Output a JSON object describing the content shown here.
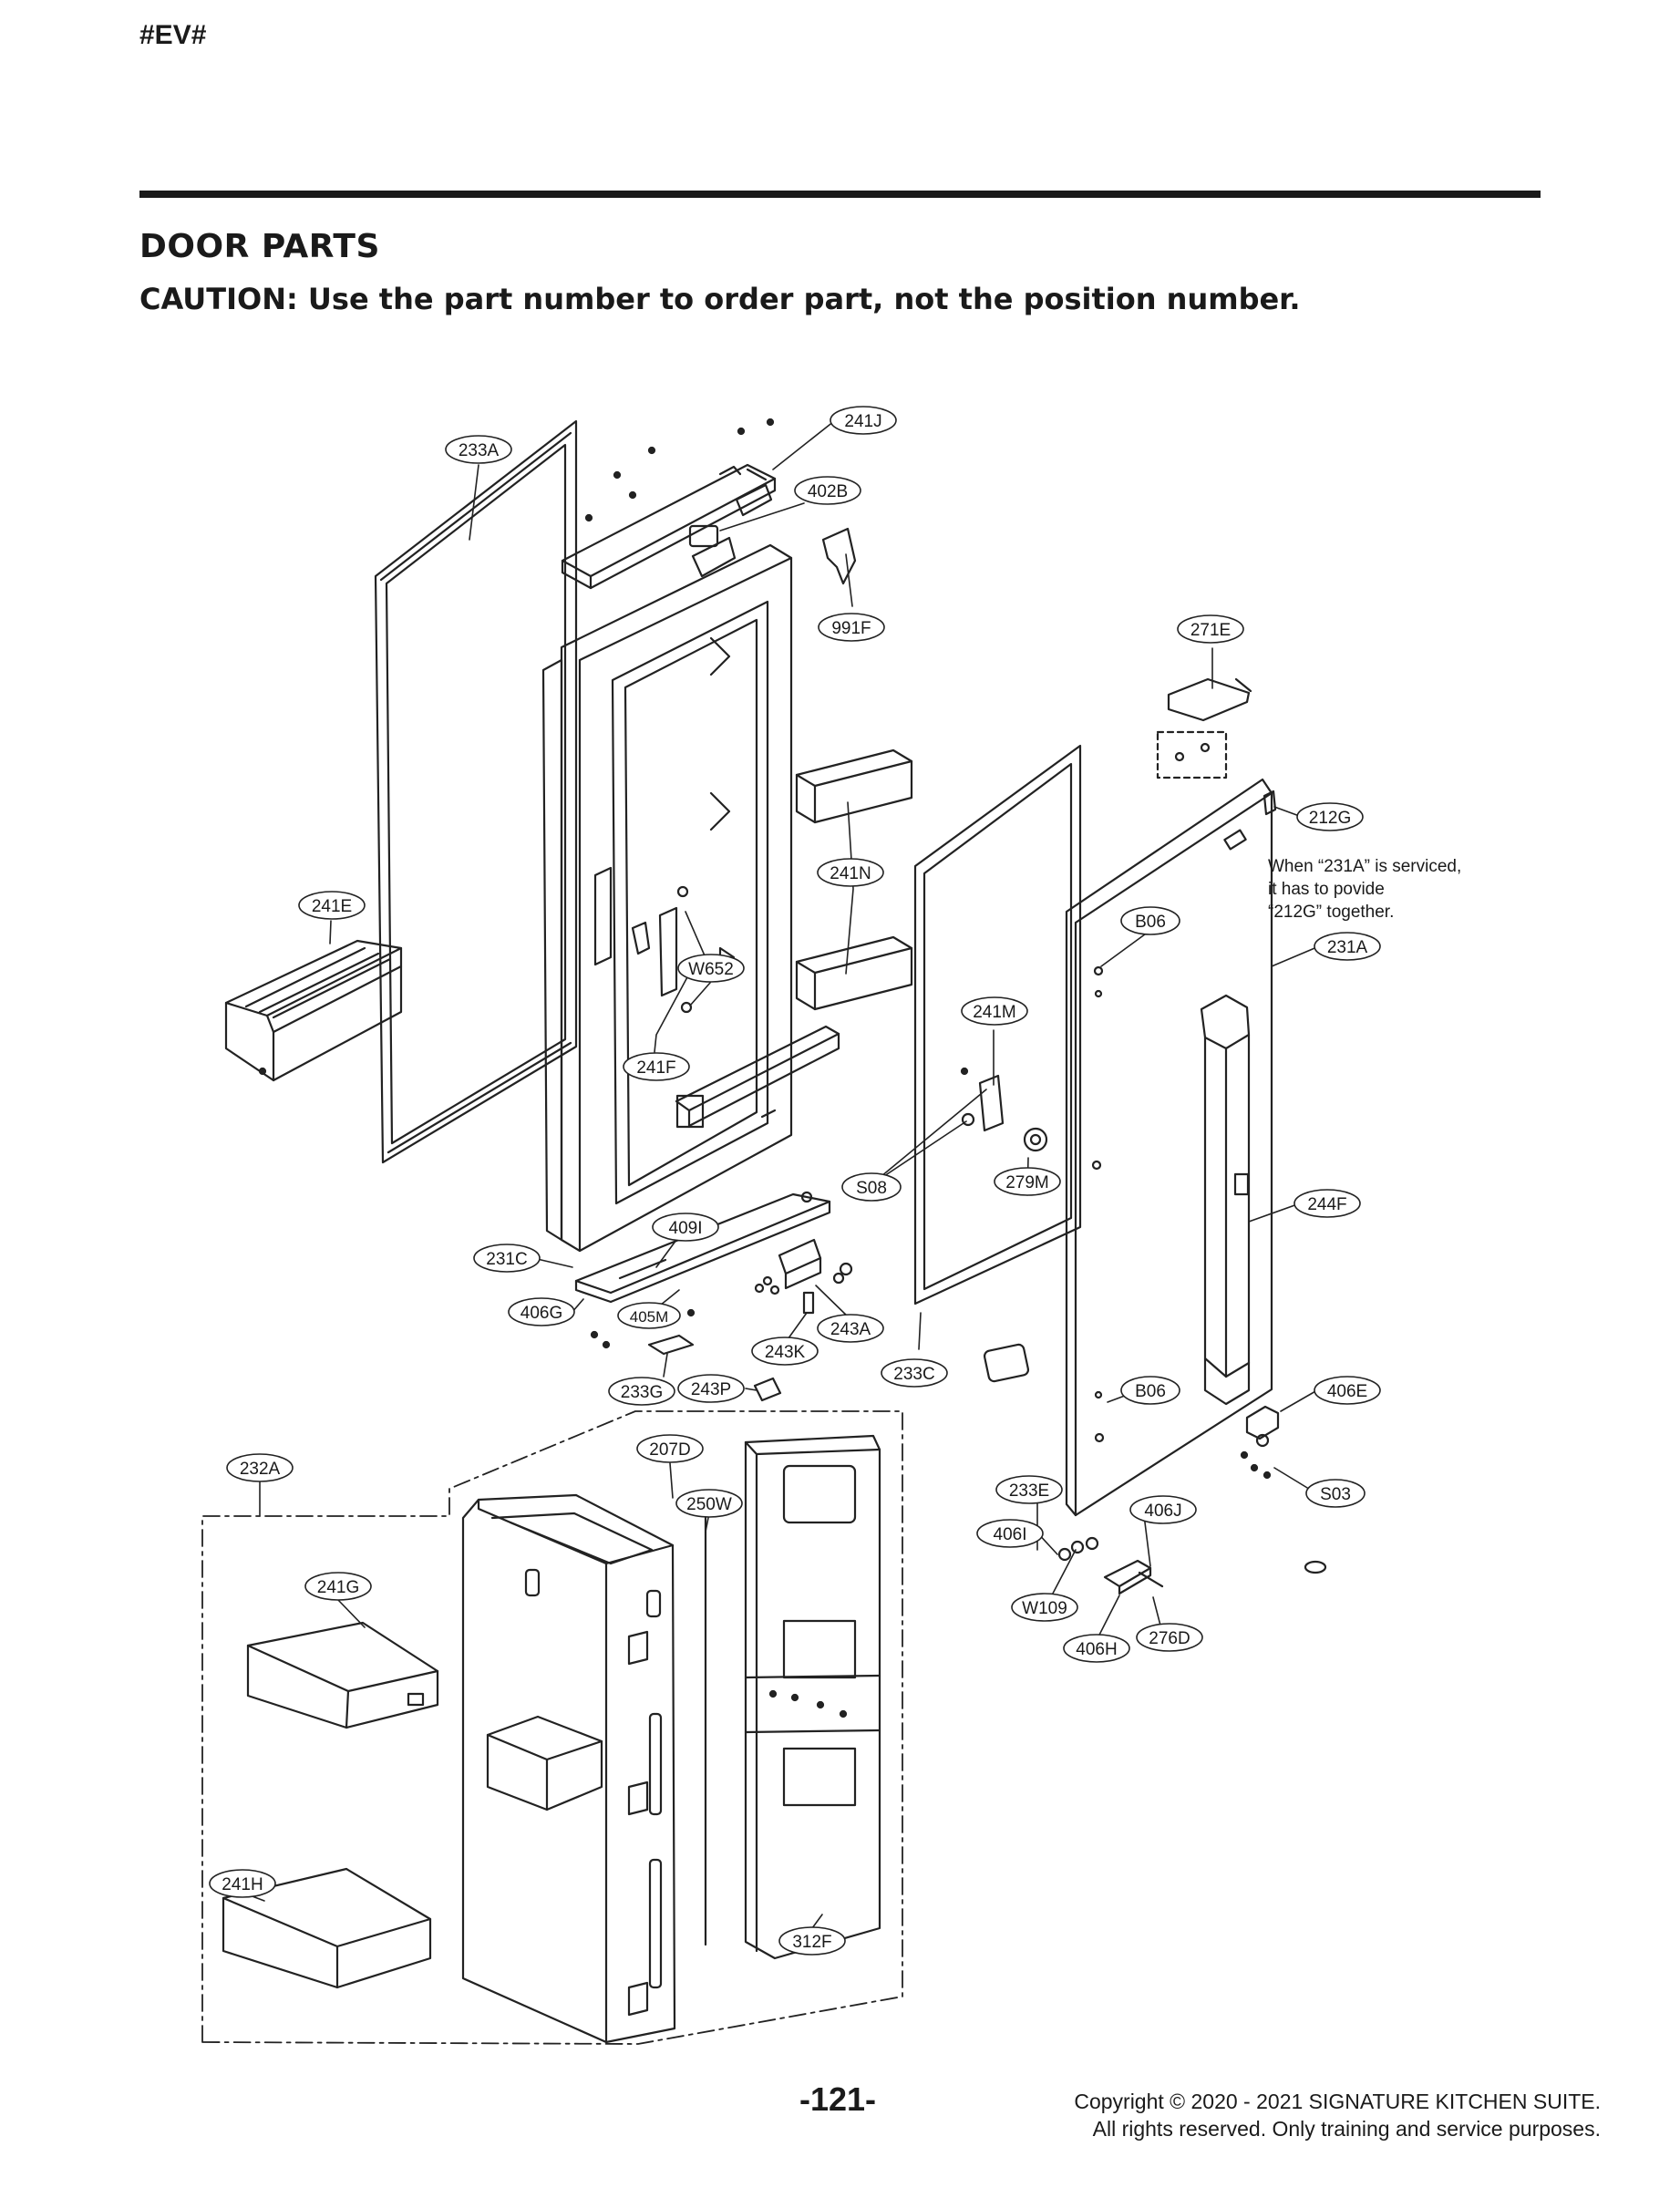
{
  "header": {
    "model_tag": "#EV#",
    "section_title": "DOOR PARTS",
    "caution": "CAUTION: Use the part number to order part, not the position number."
  },
  "diagram": {
    "callouts": [
      {
        "id": "241J",
        "label": "241J"
      },
      {
        "id": "233A",
        "label": "233A"
      },
      {
        "id": "402B",
        "label": "402B"
      },
      {
        "id": "991F",
        "label": "991F"
      },
      {
        "id": "271E",
        "label": "271E"
      },
      {
        "id": "212G",
        "label": "212G"
      },
      {
        "id": "241N",
        "label": "241N"
      },
      {
        "id": "241E",
        "label": "241E"
      },
      {
        "id": "B06a",
        "label": "B06"
      },
      {
        "id": "231A",
        "label": "231A"
      },
      {
        "id": "W652",
        "label": "W652"
      },
      {
        "id": "241M",
        "label": "241M"
      },
      {
        "id": "241F",
        "label": "241F"
      },
      {
        "id": "S08",
        "label": "S08"
      },
      {
        "id": "279M",
        "label": "279M"
      },
      {
        "id": "244F",
        "label": "244F"
      },
      {
        "id": "409I",
        "label": "409I"
      },
      {
        "id": "231C",
        "label": "231C"
      },
      {
        "id": "406G",
        "label": "406G"
      },
      {
        "id": "405M",
        "label": "405M"
      },
      {
        "id": "243A",
        "label": "243A"
      },
      {
        "id": "243K",
        "label": "243K"
      },
      {
        "id": "233C",
        "label": "233C"
      },
      {
        "id": "233G",
        "label": "233G"
      },
      {
        "id": "243P",
        "label": "243P"
      },
      {
        "id": "B06b",
        "label": "B06"
      },
      {
        "id": "406E",
        "label": "406E"
      },
      {
        "id": "207D",
        "label": "207D"
      },
      {
        "id": "232A",
        "label": "232A"
      },
      {
        "id": "250W",
        "label": "250W"
      },
      {
        "id": "233E",
        "label": "233E"
      },
      {
        "id": "S03",
        "label": "S03"
      },
      {
        "id": "406J",
        "label": "406J"
      },
      {
        "id": "406I",
        "label": "406I"
      },
      {
        "id": "241G",
        "label": "241G"
      },
      {
        "id": "W109",
        "label": "W109"
      },
      {
        "id": "276D",
        "label": "276D"
      },
      {
        "id": "406H",
        "label": "406H"
      },
      {
        "id": "241H",
        "label": "241H"
      },
      {
        "id": "312F",
        "label": "312F"
      }
    ],
    "service_note": [
      "When “231A” is serviced,",
      "it has to povide",
      "“212G” together."
    ]
  },
  "footer": {
    "page_number": "-121-",
    "copyright_line1": "Copyright © 2020 - 2021 SIGNATURE KITCHEN SUITE.",
    "copyright_line2": "All rights reserved. Only training and service purposes."
  }
}
